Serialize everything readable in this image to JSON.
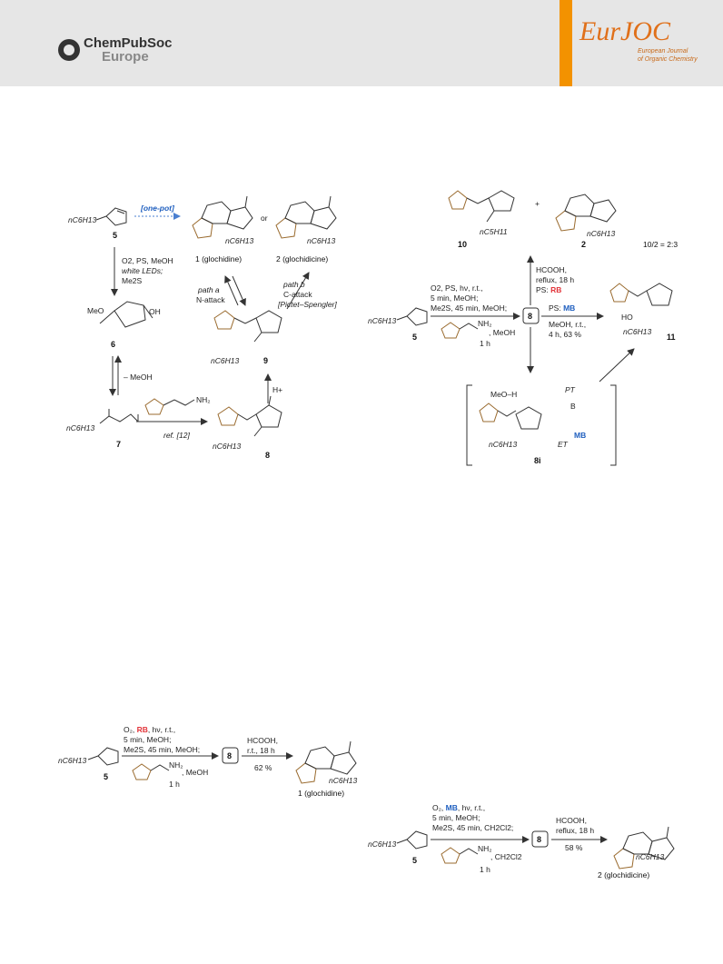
{
  "header": {
    "publisher_line1": "ChemPubSoc",
    "publisher_line2": "Europe",
    "journal_logo": "EurJOC",
    "journal_sub1": "European Journal",
    "journal_sub2": "of Organic Chemistry"
  },
  "s1": {
    "r5": "nC6H13",
    "n5": "5",
    "onepot": "[one-pot]",
    "cond1": "O2, PS, MeOH",
    "cond2": "white LEDs;",
    "cond3": "Me2S",
    "n6": "6",
    "meo": "MeO",
    "oh": "OH",
    "meoh": "– MeOH",
    "n7": "7",
    "r7": "nC6H13",
    "ref": "ref. [12]",
    "n8": "8",
    "r8": "nC6H13",
    "n9": "9",
    "r9": "nC6H13",
    "hplus": "H+",
    "pa1": "path a",
    "pa2": "N-attack",
    "pb1": "path b",
    "pb2": "C-attack",
    "pb3": "[Pictet–Spengler]",
    "or": "or",
    "p1": "1 (glochidine)",
    "p2": "2 (glochidicine)",
    "r1": "nC6H13",
    "r2": "nC6H13"
  },
  "s2": {
    "r5": "nC6H13",
    "n5": "5",
    "c1": "O2, PS, hν, r.t.,",
    "c2": "5 min, MeOH;",
    "c3": "Me2S, 45 min, MeOH;",
    "c4": ", MeOH",
    "c5": "1 h",
    "n8": "8",
    "up1": "HCOOH,",
    "up2": "reflux, 18 h",
    "up3": "PS: RB",
    "right1": "PS: MB",
    "right2": "MeOH, r.t.,",
    "right3": "4 h, 63 %",
    "n10": "10",
    "r10": "nC5H11",
    "plus": "+",
    "n2": "2",
    "r2": "nC6H13",
    "ratio": "10/2 = 2:3",
    "n11": "11",
    "ho": "HO",
    "r11": "nC6H13",
    "meoh_h": "MeO–H",
    "pt": "PT",
    "et": "ET",
    "mb": "MB",
    "n8i": "8i",
    "r8i": "nC6H13"
  },
  "s3": {
    "r5": "nC6H13",
    "n5": "5",
    "c1": "O2, RB, hν, r.t.,",
    "c2": "5 min, MeOH;",
    "c3": "Me2S, 45 min, MeOH;",
    "c4": ", MeOH",
    "c5": "1 h",
    "n8": "8",
    "c6": "HCOOH,",
    "c7": "r.t., 18 h",
    "c8": "62 %",
    "p1": "1 (glochidine)",
    "r1": "nC6H13"
  },
  "s4": {
    "r5": "nC6H13",
    "n5": "5",
    "c1": "O2, MB, hν, r.t.,",
    "c2": "5 min, MeOH;",
    "c3": "Me2S, 45 min, CH2Cl2;",
    "c4": ", CH2Cl2",
    "c5": "1 h",
    "n8": "8",
    "c6": "HCOOH,",
    "c7": "reflux, 18 h",
    "c8": "58 %",
    "p2": "2 (glochidicine)",
    "r2": "nC6H13"
  }
}
